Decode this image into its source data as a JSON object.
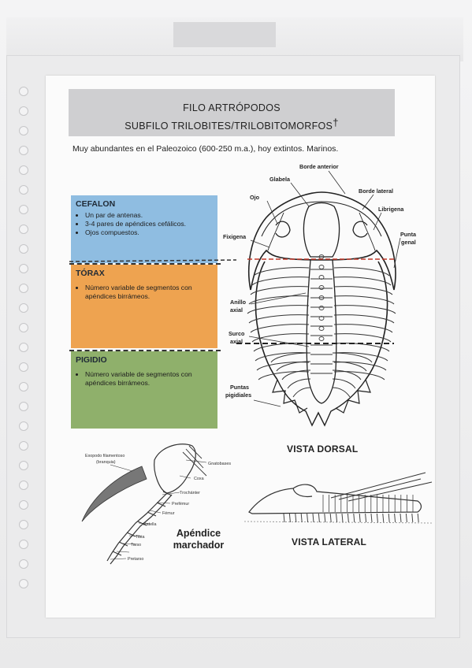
{
  "title": {
    "line1": "FILO ARTRÓPODOS",
    "line2": "SUBFILO TRILOBITES/TRILOBITOMORFOS",
    "dagger": "†"
  },
  "intro": "Muy abundantes en el Paleozoico (600-250 m.a.), hoy extintos. Marinos.",
  "panels": {
    "cefalon": {
      "title": "CEFALON",
      "items": [
        "Un par de antenas.",
        "3-4 pares de apéndices cefálicos.",
        "Ojos compuestos."
      ]
    },
    "torax": {
      "title": "TÓRAX",
      "items": [
        "Número variable de segmentos con apéndices birrámeos."
      ]
    },
    "pigidio": {
      "title": "PIGIDIO",
      "items": [
        "Número variable de segmentos con apéndices birrámeos."
      ]
    }
  },
  "dorsal_labels": {
    "borde_anterior": "Borde anterior",
    "glabela": "Glabela",
    "borde_lateral": "Borde lateral",
    "ojo": "Ojo",
    "librigena": "Librigena",
    "fixigena": "Fixigena",
    "punta": "Punta",
    "genal": "genal",
    "anillo": "Anillo",
    "axial": "axial",
    "surco": "Surco",
    "surco_axial": "axial",
    "puntas": "Puntas",
    "pigidiales": "pigidiales"
  },
  "vista_dorsal": "VISTA DORSAL",
  "vista_lateral": "VISTA LATERAL",
  "appendage_labels": {
    "exopodo": "Exopodo filamentoso",
    "branquia": "(branquia)",
    "gnatobases": "Gnatobases",
    "coxa": "Coxa",
    "trochanter": "Trochánter",
    "prefemur": "Prefémur",
    "femur": "Fémur",
    "patella": "Patella",
    "tibia": "Tibia",
    "tarso": "Tarso",
    "pretarso": "Pretarso"
  },
  "apendice_line1": "Apéndice",
  "apendice_line2": "marchador",
  "colors": {
    "cefalon_panel": "#8fbde1",
    "torax_panel": "#eea350",
    "pigidio_panel": "#8fb06b",
    "title_bar": "#cfcfd1",
    "red_line": "#c0392b"
  }
}
